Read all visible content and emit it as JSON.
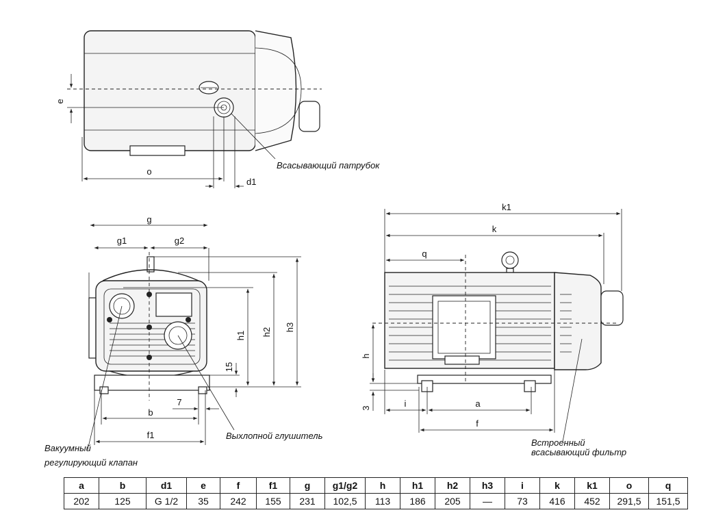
{
  "callouts": {
    "suction_port": "Всасывающий патрубок",
    "vacuum_valve_line1": "Вакуумный",
    "vacuum_valve_line2": "регулирующий клапан",
    "exhaust_silencer": "Выхлопной глушитель",
    "filter_line1": "Встроенный",
    "filter_line2": "всасывающий фильтр"
  },
  "dimension_labels": {
    "e": "e",
    "o": "o",
    "d1": "d1",
    "g": "g",
    "g1": "g1",
    "g2": "g2",
    "h1": "h1",
    "h2": "h2",
    "h3": "h3",
    "v15": "15",
    "b": "b",
    "v7": "7",
    "f1": "f1",
    "k1": "k1",
    "k": "k",
    "q": "q",
    "h": "h",
    "v3": "3",
    "i": "i",
    "a": "a",
    "f": "f"
  },
  "table": {
    "headers": [
      "a",
      "b",
      "d1",
      "e",
      "f",
      "f1",
      "g",
      "g1/g2",
      "h",
      "h1",
      "h2",
      "h3",
      "i",
      "k",
      "k1",
      "o",
      "q"
    ],
    "values": [
      "202",
      "125",
      "G 1/2",
      "35",
      "242",
      "155",
      "231",
      "102,5",
      "113",
      "186",
      "205",
      "—",
      "73",
      "416",
      "452",
      "291,5",
      "151,5"
    ]
  }
}
